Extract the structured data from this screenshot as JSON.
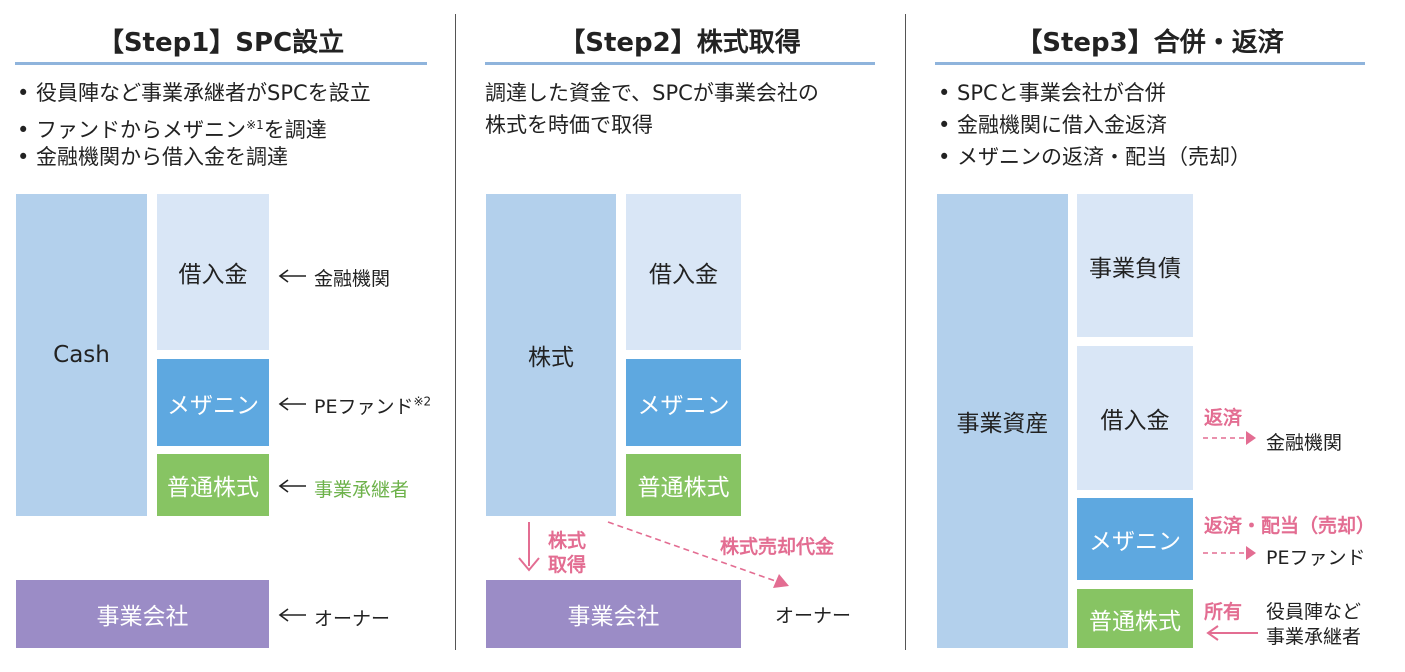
{
  "step1": {
    "title": "【Step1】SPC設立",
    "bullets": [
      "• 役員陣など事業承継者がSPCを設立",
      "• ファンドからメザニン※1を調達",
      "• 金融機関から借入金を調達"
    ],
    "cash": "Cash",
    "loan": "借入金",
    "mezz": "メザニン",
    "equity": "普通株式",
    "company": "事業会社",
    "src_loan": "金融機関",
    "src_mezz": "PEファンド",
    "src_mezz_sup": "※2",
    "src_equity": "事業承継者",
    "src_company": "オーナー"
  },
  "step2": {
    "title": "【Step2】株式取得",
    "desc": [
      "調達した資金で、SPCが事業会社の",
      "株式を時価で取得"
    ],
    "shares": "株式",
    "loan": "借入金",
    "mezz": "メザニン",
    "equity": "普通株式",
    "company": "事業会社",
    "acq_1": "株式",
    "acq_2": "取得",
    "proceeds": "株式売却代金",
    "owner": "オーナー"
  },
  "step3": {
    "title": "【Step3】合併・返済",
    "bullets": [
      "• SPCと事業会社が合併",
      "• 金融機関に借入金返済",
      "• メザニンの返済・配当（売却）"
    ],
    "assets": "事業資産",
    "liab": "事業負債",
    "loan": "借入金",
    "mezz": "メザニン",
    "equity": "普通株式",
    "repay": "返済",
    "bank": "金融機関",
    "mezz_action": "返済・配当（売却）",
    "fund": "PEファンド",
    "owned": "所有",
    "holder_1": "役員陣など",
    "holder_2": "事業承継者"
  },
  "colors": {
    "cash": "#b3d0ec",
    "pale": "#d9e6f6",
    "mezz": "#5ea8e0",
    "equity": "#87c463",
    "company": "#9b8cc6",
    "accent": "#e36d92",
    "rule": "#8fb4dc"
  }
}
